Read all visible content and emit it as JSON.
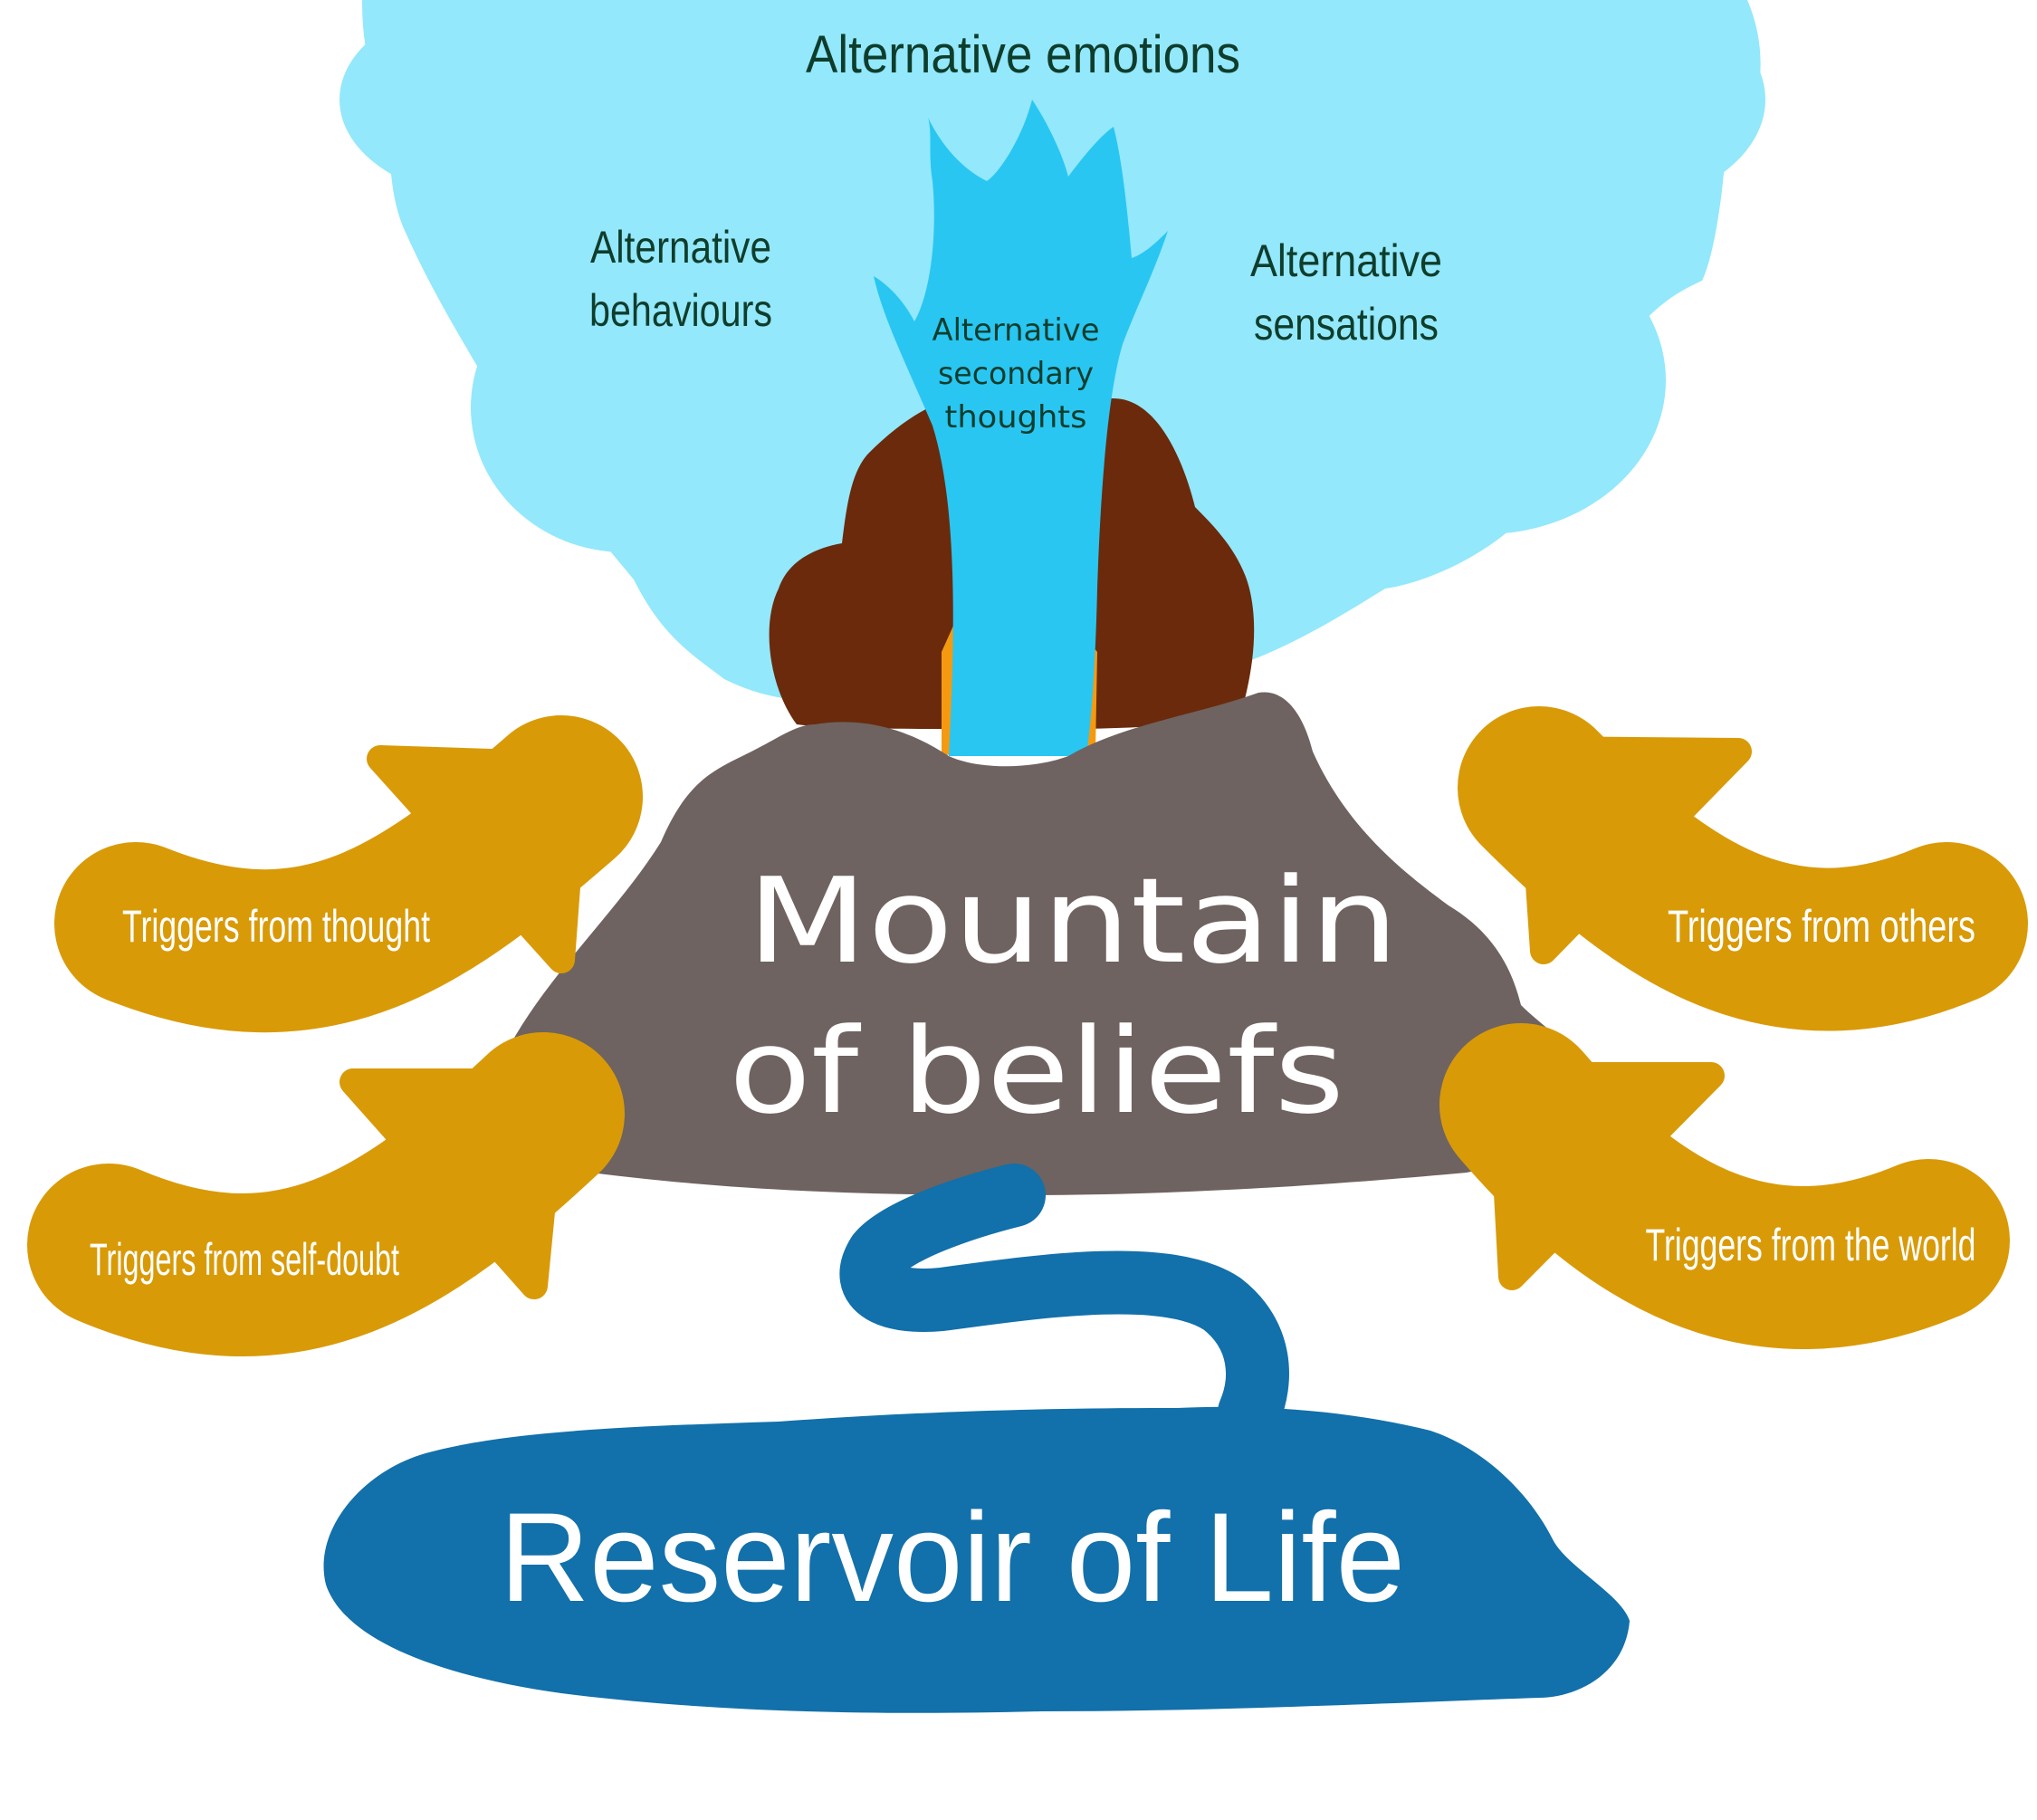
{
  "cloud": {
    "emotions": "Alternative emotions",
    "behaviours_line1": "Alternative",
    "behaviours_line2": "behaviours",
    "sensations_line1": "Alternative",
    "sensations_line2": "sensations"
  },
  "geyser": {
    "line1": "Alternative",
    "line2": "secondary",
    "line3": "thoughts"
  },
  "mountain": {
    "line1": "Mountain",
    "line2": "of beliefs"
  },
  "triggers": {
    "thought": "Triggers from thought",
    "self_doubt": "Triggers from self-doubt",
    "others": "Triggers from others",
    "world": "Triggers from the world"
  },
  "reservoir": {
    "label": "Reservoir of Life"
  },
  "colors": {
    "cloud": "#93e8fb",
    "geyser": "#29c6f2",
    "eruption": "#6b2a0c",
    "lava": "#f59a10",
    "mountain": "#6e6360",
    "arrow": "#d99a08",
    "river": "#1270aa",
    "cloud_text": "#0f3d2c",
    "light_text": "#ffffff"
  }
}
